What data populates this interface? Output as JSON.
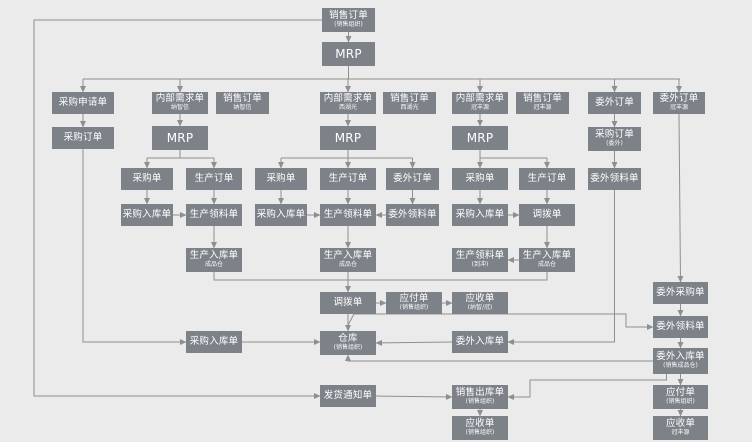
{
  "colors": {
    "background": "#ebebeb",
    "node": "#7c8288",
    "text": "#ffffff",
    "line": "#8f8f8f"
  },
  "nodes": [
    {
      "id": "sales-order-top",
      "label": "销售订单",
      "sub": "(销售组织)"
    },
    {
      "id": "mrp-top",
      "label": "MRP",
      "sub": ""
    },
    {
      "id": "purchase-request",
      "label": "采购申请单",
      "sub": ""
    },
    {
      "id": "purchase-order-left",
      "label": "采购订单",
      "sub": ""
    },
    {
      "id": "internal-demand-1",
      "label": "内部需求单",
      "sub": "纳智信"
    },
    {
      "id": "sales-order-1",
      "label": "销售订单",
      "sub": "纳智信"
    },
    {
      "id": "mrp-1",
      "label": "MRP",
      "sub": ""
    },
    {
      "id": "purchase-1",
      "label": "采购单",
      "sub": ""
    },
    {
      "id": "production-order-1",
      "label": "生产订单",
      "sub": ""
    },
    {
      "id": "purchase-receipt-1",
      "label": "采购入库单",
      "sub": ""
    },
    {
      "id": "production-pick-1",
      "label": "生产领料单",
      "sub": ""
    },
    {
      "id": "production-receipt-1",
      "label": "生产入库单",
      "sub": "成品仓"
    },
    {
      "id": "internal-demand-2",
      "label": "内部需求单",
      "sub": "西湖光"
    },
    {
      "id": "sales-order-2",
      "label": "销售订单",
      "sub": "西湖光"
    },
    {
      "id": "mrp-2",
      "label": "MRP",
      "sub": ""
    },
    {
      "id": "purchase-2",
      "label": "采购单",
      "sub": ""
    },
    {
      "id": "production-order-2",
      "label": "生产订单",
      "sub": ""
    },
    {
      "id": "outsource-order-2",
      "label": "委外订单",
      "sub": ""
    },
    {
      "id": "purchase-receipt-2",
      "label": "采购入库单",
      "sub": ""
    },
    {
      "id": "production-pick-2",
      "label": "生产领料单",
      "sub": ""
    },
    {
      "id": "outsource-pick-2",
      "label": "委外领料单",
      "sub": ""
    },
    {
      "id": "production-receipt-2",
      "label": "生产入库单",
      "sub": "成品仓"
    },
    {
      "id": "internal-demand-3",
      "label": "内部需求单",
      "sub": "冠丰源"
    },
    {
      "id": "sales-order-3",
      "label": "销售订单",
      "sub": "冠丰源"
    },
    {
      "id": "mrp-3",
      "label": "MRP",
      "sub": ""
    },
    {
      "id": "purchase-3",
      "label": "采购单",
      "sub": ""
    },
    {
      "id": "production-order-3",
      "label": "生产订单",
      "sub": ""
    },
    {
      "id": "purchase-receipt-3",
      "label": "采购入库单",
      "sub": ""
    },
    {
      "id": "transfer-3",
      "label": "调拨单",
      "sub": ""
    },
    {
      "id": "production-pick-3",
      "label": "生产领料单",
      "sub": "(到冲)"
    },
    {
      "id": "production-receipt-3",
      "label": "生产入库单",
      "sub": "成品仓"
    },
    {
      "id": "outsource-order-a",
      "label": "委外订单",
      "sub": ""
    },
    {
      "id": "purchase-order-outsource",
      "label": "采购订单",
      "sub": "(委外)"
    },
    {
      "id": "outsource-pick-a",
      "label": "委外领料单",
      "sub": ""
    },
    {
      "id": "outsource-order-b",
      "label": "委外订单",
      "sub": "冠丰源"
    },
    {
      "id": "outsource-purchase-b",
      "label": "委外采购单",
      "sub": ""
    },
    {
      "id": "outsource-pick-b",
      "label": "委外领料单",
      "sub": ""
    },
    {
      "id": "outsource-receipt-b",
      "label": "委外入库单",
      "sub": "(销售成品仓)"
    },
    {
      "id": "payable-b",
      "label": "应付单",
      "sub": "(销售组织)"
    },
    {
      "id": "receivable-b",
      "label": "应收单",
      "sub": "冠丰源"
    },
    {
      "id": "transfer-main",
      "label": "调拨单",
      "sub": ""
    },
    {
      "id": "payable-main",
      "label": "应付单",
      "sub": "(销售组织)"
    },
    {
      "id": "receivable-main",
      "label": "应收单",
      "sub": "(纳智/冠)"
    },
    {
      "id": "purchase-receipt-main",
      "label": "采购入库单",
      "sub": ""
    },
    {
      "id": "warehouse",
      "label": "仓库",
      "sub": "(销售组织)"
    },
    {
      "id": "outsource-receipt-main",
      "label": "委外入库单",
      "sub": ""
    },
    {
      "id": "delivery-notice",
      "label": "发货通知单",
      "sub": ""
    },
    {
      "id": "sales-outbound",
      "label": "销售出库单",
      "sub": "(销售组织)"
    },
    {
      "id": "receivable-bottom",
      "label": "应收单",
      "sub": "(销售组织)"
    }
  ]
}
